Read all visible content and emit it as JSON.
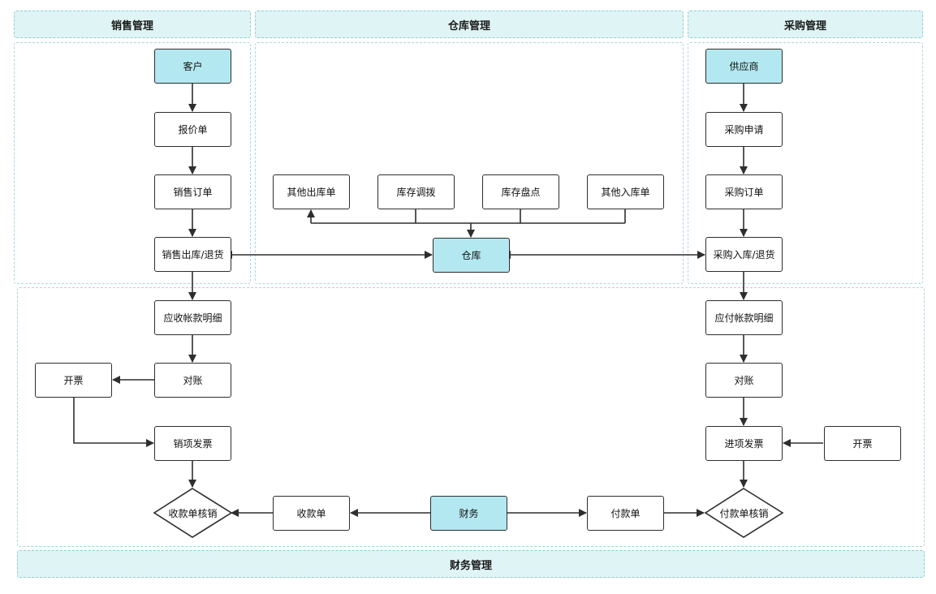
{
  "lanes": {
    "sales": "销售管理",
    "warehouse": "仓库管理",
    "purchase": "采购管理",
    "finance": "财务管理"
  },
  "nodes": {
    "customer": "客户",
    "quote": "报价单",
    "sales_order": "销售订单",
    "sales_out_return": "销售出库/退货",
    "receivable_detail": "应收帐款明细",
    "sales_reconcile": "对账",
    "sales_invoice_issue": "开票",
    "output_invoice": "销项发票",
    "receipt_writeoff": "收款单核销",
    "receipt": "收款单",
    "finance": "财务",
    "payment": "付款单",
    "payment_writeoff": "付款单核销",
    "other_out": "其他出库单",
    "stock_transfer": "库存调拨",
    "stock_count": "库存盘点",
    "other_in": "其他入库单",
    "warehouse": "仓库",
    "supplier": "供应商",
    "purchase_request": "采购申请",
    "purchase_order": "采购订单",
    "purchase_in_return": "采购入库/退货",
    "payable_detail": "应付帐款明细",
    "purchase_reconcile": "对账",
    "input_invoice": "进项发票",
    "purchase_invoice_issue": "开票"
  },
  "colors": {
    "entity_fill": "#b3e8f0",
    "lane_header_fill": "#dff4f5",
    "lane_border": "#8fcfd3",
    "line": "#2e2e2e"
  }
}
